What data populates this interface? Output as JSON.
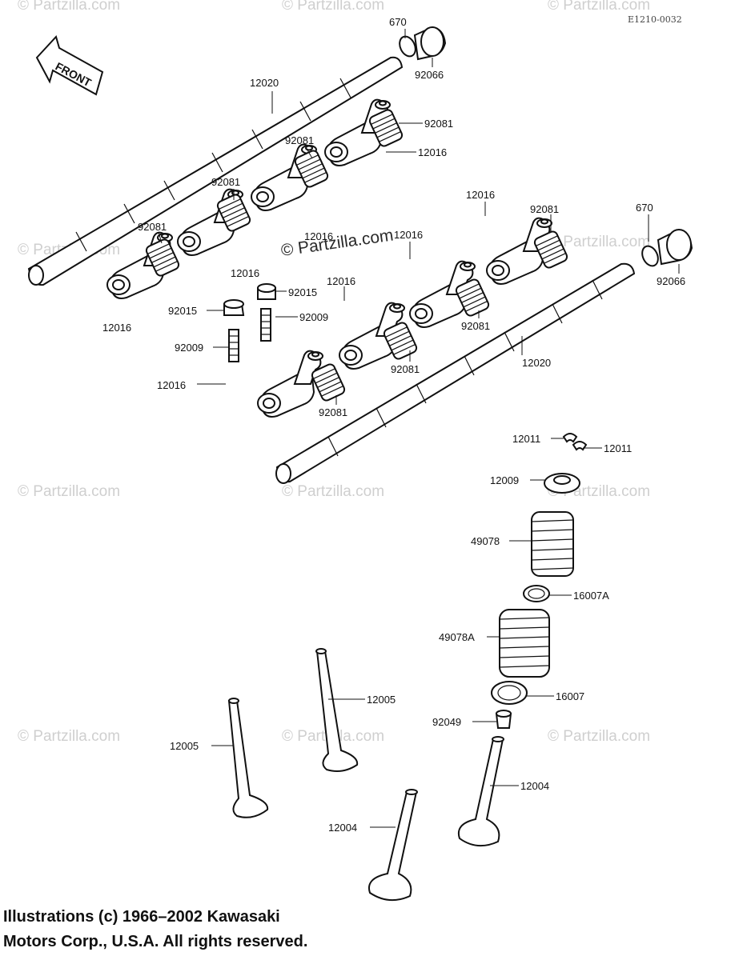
{
  "diagram_code": "E1210-0032",
  "front_arrow_label": "FRONT",
  "watermark": "© Partzilla.com",
  "center_watermark": "© Partzilla.com",
  "callouts": [
    {
      "id": "c-670-a",
      "text": "670"
    },
    {
      "id": "c-92066-a",
      "text": "92066"
    },
    {
      "id": "c-12020-a",
      "text": "12020"
    },
    {
      "id": "c-92081-a",
      "text": "92081"
    },
    {
      "id": "c-92081-b",
      "text": "92081"
    },
    {
      "id": "c-12016-a",
      "text": "12016"
    },
    {
      "id": "c-92081-c",
      "text": "92081"
    },
    {
      "id": "c-92081-d",
      "text": "92081"
    },
    {
      "id": "c-12016-b",
      "text": "12016"
    },
    {
      "id": "c-12016-c",
      "text": "12016"
    },
    {
      "id": "c-12016-d",
      "text": "12016"
    },
    {
      "id": "c-92081-e",
      "text": "92081"
    },
    {
      "id": "c-670-b",
      "text": "670"
    },
    {
      "id": "c-92066-b",
      "text": "92066"
    },
    {
      "id": "c-12016-e",
      "text": "12016"
    },
    {
      "id": "c-92015-a",
      "text": "92015"
    },
    {
      "id": "c-12016-f",
      "text": "12016"
    },
    {
      "id": "c-12016-g",
      "text": "12016"
    },
    {
      "id": "c-92015-b",
      "text": "92015"
    },
    {
      "id": "c-92009-a",
      "text": "92009"
    },
    {
      "id": "c-92081-f",
      "text": "92081"
    },
    {
      "id": "c-92009-b",
      "text": "92009"
    },
    {
      "id": "c-12020-b",
      "text": "12020"
    },
    {
      "id": "c-92081-g",
      "text": "92081"
    },
    {
      "id": "c-12016-h",
      "text": "12016"
    },
    {
      "id": "c-92081-h",
      "text": "92081"
    },
    {
      "id": "c-12011-a",
      "text": "12011"
    },
    {
      "id": "c-12011-b",
      "text": "12011"
    },
    {
      "id": "c-12009",
      "text": "12009"
    },
    {
      "id": "c-49078",
      "text": "49078"
    },
    {
      "id": "c-16007A",
      "text": "16007A"
    },
    {
      "id": "c-49078A",
      "text": "49078A"
    },
    {
      "id": "c-12005-a",
      "text": "12005"
    },
    {
      "id": "c-16007",
      "text": "16007"
    },
    {
      "id": "c-92049",
      "text": "92049"
    },
    {
      "id": "c-12005-b",
      "text": "12005"
    },
    {
      "id": "c-12004-a",
      "text": "12004"
    },
    {
      "id": "c-12004-b",
      "text": "12004"
    }
  ],
  "copyright": {
    "line1": "Illustrations (c) 1966–2002 Kawasaki",
    "line2": "Motors Corp., U.S.A.  All rights reserved."
  }
}
